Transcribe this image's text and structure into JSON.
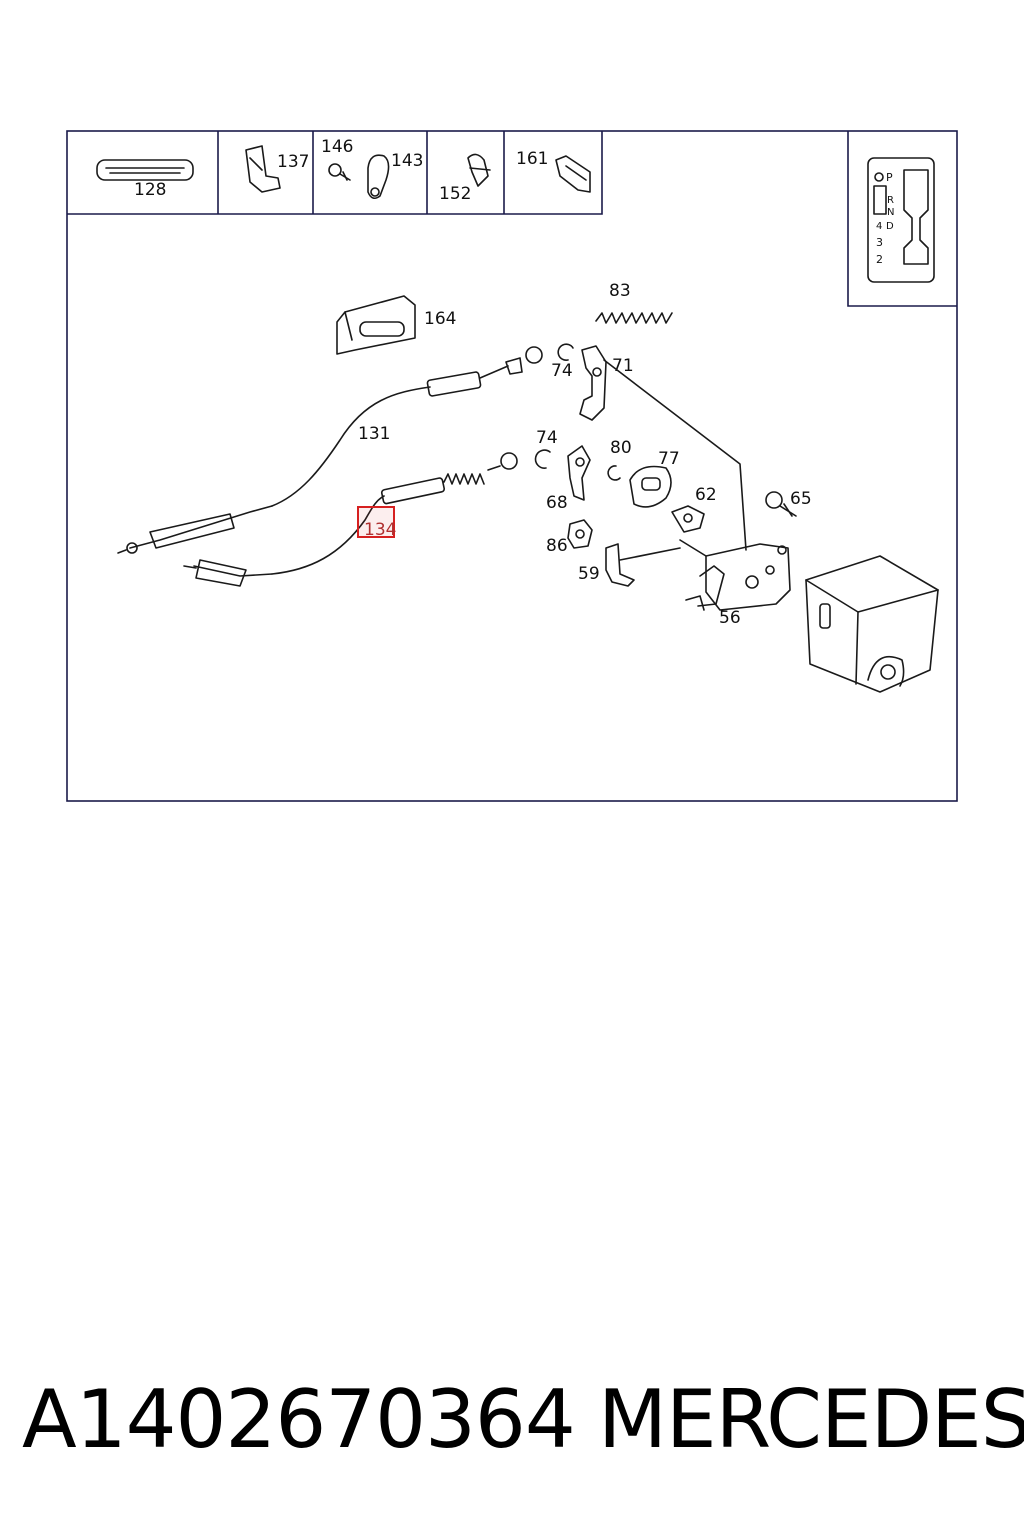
{
  "diagram": {
    "callouts": {
      "c128": "128",
      "c137": "137",
      "c146": "146",
      "c143": "143",
      "c152": "152",
      "c161": "161",
      "c164": "164",
      "c83": "83",
      "c74a": "74",
      "c71": "71",
      "c131": "131",
      "c74b": "74",
      "c80": "80",
      "c77": "77",
      "c68": "68",
      "c62": "62",
      "c65": "65",
      "c134": "134",
      "c86": "86",
      "c59": "59",
      "c56": "56"
    },
    "gate_inset": {
      "p": "P",
      "r": "R",
      "n": "N",
      "d": "D",
      "four": "4",
      "three": "3",
      "two": "2"
    },
    "highlight_color": "#d62020"
  },
  "footer": {
    "part_number": "A1402670364",
    "brand": "MERCEDES"
  }
}
